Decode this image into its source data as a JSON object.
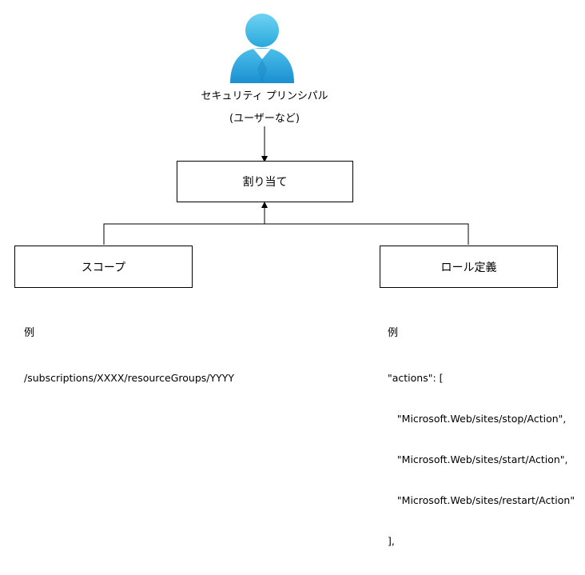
{
  "principal": {
    "icon": "user-icon",
    "label_line1": "セキュリティ プリンシパル",
    "label_line2": "(ユーザーなど)"
  },
  "assignment": {
    "label": "割り当て"
  },
  "scope": {
    "label": "スコープ",
    "example_heading": "例",
    "example_text": "/subscriptions/XXXX/resourceGroups/YYYY"
  },
  "role_definition": {
    "label": "ロール定義",
    "example_heading": "例",
    "example_lines": [
      "\"actions\": [",
      "   \"Microsoft.Web/sites/stop/Action\",",
      "   \"Microsoft.Web/sites/start/Action\",",
      "   \"Microsoft.Web/sites/restart/Action\"",
      "],"
    ]
  },
  "colors": {
    "icon_light": "#5ec8ea",
    "icon_dark": "#1f9fd4",
    "icon_collar": "#ffffff",
    "line": "#000000"
  }
}
